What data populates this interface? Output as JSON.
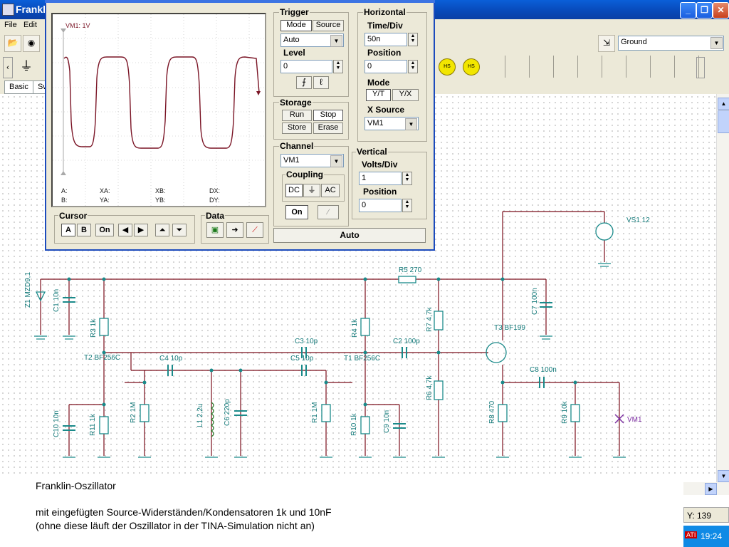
{
  "window": {
    "title": "Frankl"
  },
  "menu": [
    "File",
    "Edit"
  ],
  "toolbar": {
    "ground_select": "Ground"
  },
  "tabs": [
    "Basic",
    "Sw"
  ],
  "scope": {
    "trace_label": "VM1: 1V",
    "trigger": {
      "title": "Trigger",
      "mode_btn": "Mode",
      "source_btn": "Source",
      "mode_value": "Auto",
      "level_label": "Level",
      "level_value": "0"
    },
    "horizontal": {
      "title": "Horizontal",
      "timediv_label": "Time/Div",
      "timediv_value": "50n",
      "position_label": "Position",
      "position_value": "0",
      "mode_label": "Mode",
      "yt": "Y/T",
      "yx": "Y/X",
      "xsource_label": "X Source",
      "xsource_value": "VM1"
    },
    "storage": {
      "title": "Storage",
      "run": "Run",
      "stop": "Stop",
      "store": "Store",
      "erase": "Erase"
    },
    "channel": {
      "title": "Channel",
      "value": "VM1",
      "coupling_label": "Coupling",
      "dc": "DC",
      "ac": "AC",
      "on": "On"
    },
    "vertical": {
      "title": "Vertical",
      "voltsdiv_label": "Volts/Div",
      "voltsdiv_value": "1",
      "position_label": "Position",
      "position_value": "0"
    },
    "cursor": {
      "title": "Cursor",
      "a": "A",
      "b": "B",
      "on": "On"
    },
    "data": {
      "title": "Data"
    },
    "auto_button": "Auto",
    "readouts": {
      "a": "A:",
      "b": "B:",
      "xa": "XA:",
      "ya": "YA:",
      "xb": "XB:",
      "yb": "YB:",
      "dx": "DX:",
      "dy": "DY:"
    }
  },
  "schematic": {
    "z1": "Z1 MZD9,1",
    "c1": "C1 10n",
    "r3": "R3 1k",
    "t2": "T2 BF256C",
    "c4": "C4 10p",
    "c3": "C3 10p",
    "c5": "C5 10p",
    "t1": "T1 BF256C",
    "r4": "R4 1k",
    "r5": "R5 270",
    "c2": "C2 100p",
    "r7": "R7 4,7k",
    "r6": "R6 4,7k",
    "t3": "T3 BF199",
    "c7": "C7 100n",
    "vs1": "VS1 12",
    "c8": "C8 100n",
    "r8": "R8 470",
    "r9": "R9 10k",
    "vm1": "VM1",
    "c10": "C10 10n",
    "r11": "R11 1k",
    "r2": "R2 1M",
    "l1": "L1 2,2u",
    "c6": "C6 220p",
    "r1": "R1 1M",
    "r10": "R10 1k",
    "c9": "C9 10n"
  },
  "notes": {
    "title": "Franklin-Oszillator",
    "line1": "mit eingefügten Source-Widerständen/Kondensatoren 1k und 10nF",
    "line2": "(ohne diese läuft der Oszillator in der TINA-Simulation nicht an)"
  },
  "status": {
    "y_readout": "Y: 139",
    "clock": "19:24"
  },
  "colors": {
    "wire": "#7a0d1a",
    "component": "#1a8a8a",
    "label": "#147a7a",
    "trace": "#7a1425",
    "titlebar": "#0a4fc8"
  }
}
